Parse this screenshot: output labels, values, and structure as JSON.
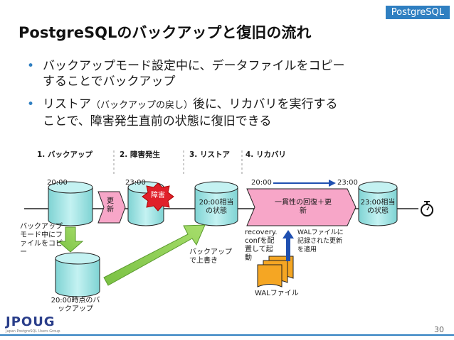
{
  "header": {
    "tag": "PostgreSQL",
    "title": "PostgreSQLのバックアップと復旧の流れ"
  },
  "bullets": [
    {
      "line1": "バックアップモード設定中に、データファイルをコピー",
      "line2": "することでバックアップ"
    },
    {
      "line1_a": "リストア",
      "line1_b": "（バックアップの戻し）",
      "line1_c": "後に、リカバリを実行する",
      "line2": "ことで、障害発生直前の状態に復旧できる"
    }
  ],
  "phases": [
    "1. バックアップ",
    "2. 障害発生",
    "3. リストア",
    "4. リカバリ"
  ],
  "times": {
    "t1": "20:00",
    "t2": "23:00",
    "t3": "20:00",
    "t4": "23:00"
  },
  "boxes": {
    "update": "更新",
    "failure": "障害",
    "state_2000": "20:00相当の状態",
    "recovery": "一貫性の回復＋更新",
    "state_2300": "23:00相当の状態"
  },
  "notes": {
    "backup_mode": "バックアップモード中にファイルをコピー",
    "snapshot": "20:00時点のバックアップ",
    "overwrite": "バックアップで上書き",
    "recovery_conf": "recovery.confを配置して起動",
    "wal_apply": "WALファイルに記録された更新を適用",
    "wal_file": "WALファイル"
  },
  "footer": {
    "logo": "JPOUG",
    "logo_sub": "Japan PostgreSQL Users Group",
    "page": "30"
  },
  "colors": {
    "accent": "#2f7fc1",
    "db": "#a8e6e6",
    "update_box": "#f7a6c8",
    "burst": "#e0202a",
    "green_arrow": "#7ac143",
    "wal": "#f5a623"
  }
}
